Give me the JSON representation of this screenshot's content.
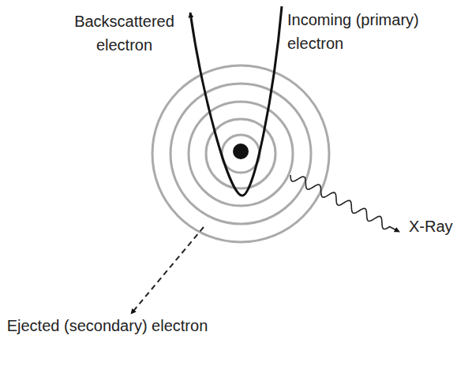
{
  "diagram": {
    "labels": [
      "Backscattered electron",
      "Incoming (primary) electron",
      "X-Ray",
      "Ejected (secondary) electron"
    ]
  }
}
